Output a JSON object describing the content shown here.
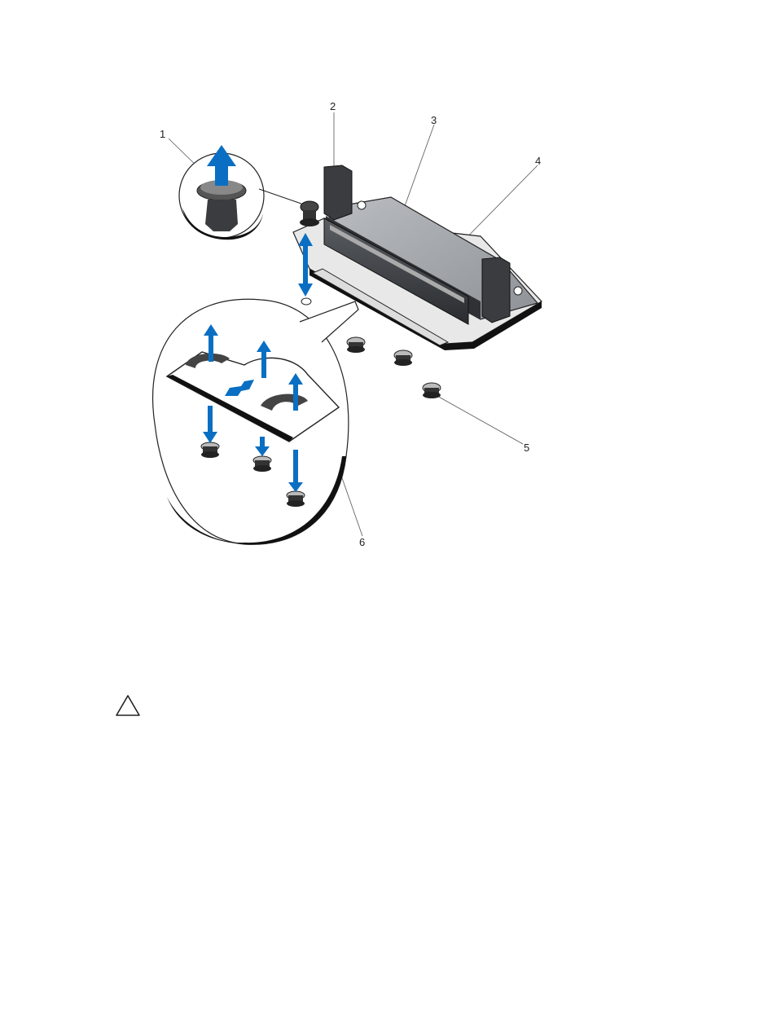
{
  "figure": {
    "callouts": [
      "1",
      "2",
      "3",
      "4",
      "5",
      "6"
    ],
    "accent_color": "#0a6fc2"
  },
  "caution": {
    "icon": "caution-triangle-icon"
  }
}
